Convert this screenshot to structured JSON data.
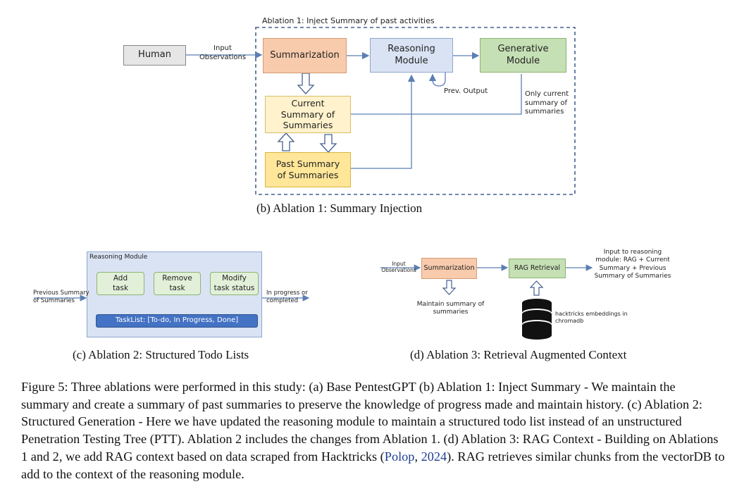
{
  "fig_b": {
    "frame_title": "Ablation 1: Inject Summary of past activities",
    "human": "Human",
    "input_obs": "Input\nObservations",
    "summarization": "Summarization",
    "reasoning": "Reasoning\nModule",
    "generative": "Generative\nModule",
    "current_summary": "Current\nSummary of\nSummaries",
    "past_summary": "Past Summary\nof Summaries",
    "prev_output": "Prev. Output",
    "only_current": "Only current\nsummary of\nsummaries",
    "caption": "(b) Ablation 1: Summary Injection"
  },
  "fig_c": {
    "module_title": "Reasoning Module",
    "add_task": "Add\ntask",
    "remove_task": "Remove\ntask",
    "modify_task": "Modify\ntask status",
    "tasklist": "TaskList: [To-do, In Progress, Done]",
    "prev_summary": "Previous Summary\nof Summaries",
    "progress": "In progress or\ncompleted",
    "caption": "(c) Ablation 2: Structured Todo Lists"
  },
  "fig_d": {
    "input_obs": "Input\nObservations",
    "summarization": "Summarization",
    "rag": "RAG Retrieval",
    "input_reasoning": "Input to reasoning\nmodule: RAG + Current\nSummary + Previous\nSummary of Summaries",
    "maintain": "Maintain summary of\nsummaries",
    "embeddings": "hacktricks embeddings in\nchromadb",
    "caption": "(d) Ablation 3: Retrieval Augmented Context"
  },
  "caption": {
    "part1": "Figure 5: Three ablations were performed in this study: (a) Base PentestGPT (b) Ablation 1: Inject Summary - We maintain the summary and create a summary of past summaries to preserve the knowledge of progress made and maintain history. (c) Ablation 2: Structured Generation - Here we have updated the reasoning module to maintain a structured todo list instead of an unstructured Penetration Testing Tree (PTT). Ablation 2 includes the changes from Ablation 1. (d) Ablation 3: RAG Context - Building on Ablations 1 and 2, we add RAG context based on data scraped from Hacktricks (",
    "cite_author": "Polop",
    "cite_sep": ", ",
    "cite_year": "2024",
    "part2": "). RAG retrieves similar chunks from the vectorDB to add to the context of the reasoning module."
  },
  "colors": {
    "human": "#e6e6e6",
    "summarization": "#f8cbad",
    "reasoning": "#dae3f3",
    "generative": "#c5e0b4",
    "current": "#fff2cc",
    "past": "#ffe699",
    "tasklist": "#4472c4",
    "arrow": "#5b7fb5"
  }
}
